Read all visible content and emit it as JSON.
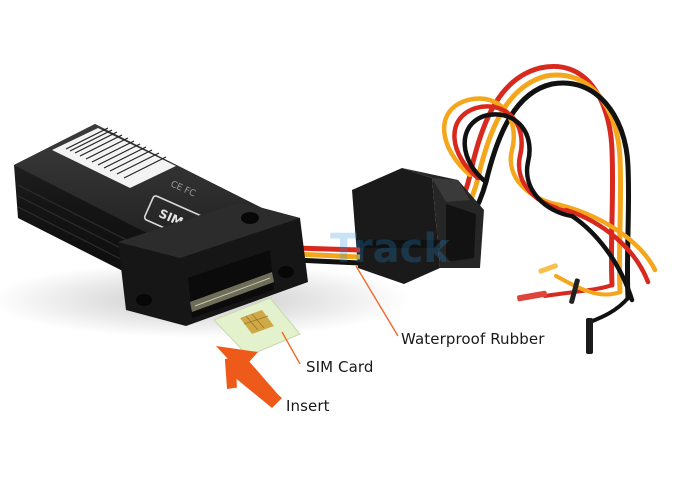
{
  "callouts": {
    "waterproof_rubber": "Waterproof Rubber",
    "sim_card": "SIM Card",
    "insert": "Insert"
  },
  "device": {
    "sim_slot_marking": "SIM",
    "panel_markings": "CE FC"
  },
  "watermark": "Track",
  "colors": {
    "housing": "#151515",
    "wire_red": "#d8291f",
    "wire_yellow": "#f4a71c",
    "wire_black": "#111111",
    "sim_card": "#e3f2cc",
    "sim_chip": "#cfa948",
    "arrow": "#ee5a1a",
    "leader_line": "#ef6a2a",
    "watermark": "#1e8fd6"
  }
}
